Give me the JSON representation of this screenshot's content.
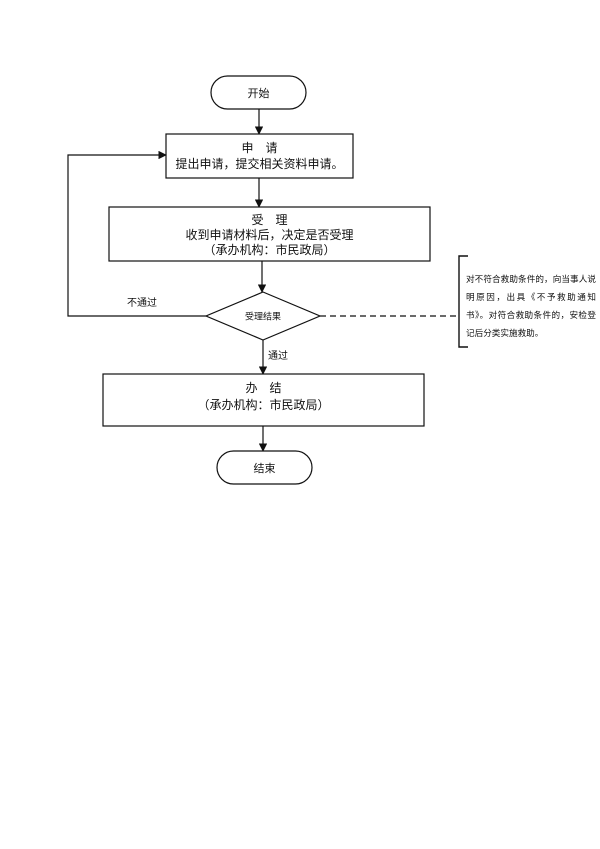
{
  "start": {
    "label": "开始"
  },
  "apply": {
    "title": "申　请",
    "desc": "提出申请，提交相关资料申请。"
  },
  "accept": {
    "title": "受　理",
    "desc": "收到申请材料后，决定是否受理",
    "agency": "（承办机构：市民政局）"
  },
  "decision": {
    "label": "受理结果"
  },
  "branch": {
    "fail": "不通过",
    "pass": "通过"
  },
  "handle": {
    "title": "办　结",
    "agency": "（承办机构：市民政局）"
  },
  "end": {
    "label": "结束"
  },
  "note": {
    "text": "对不符合救助条件的，向当事人说明原因，出具《不予救助通知书》。对符合救助条件的，安检登记后分类实施救助。"
  }
}
